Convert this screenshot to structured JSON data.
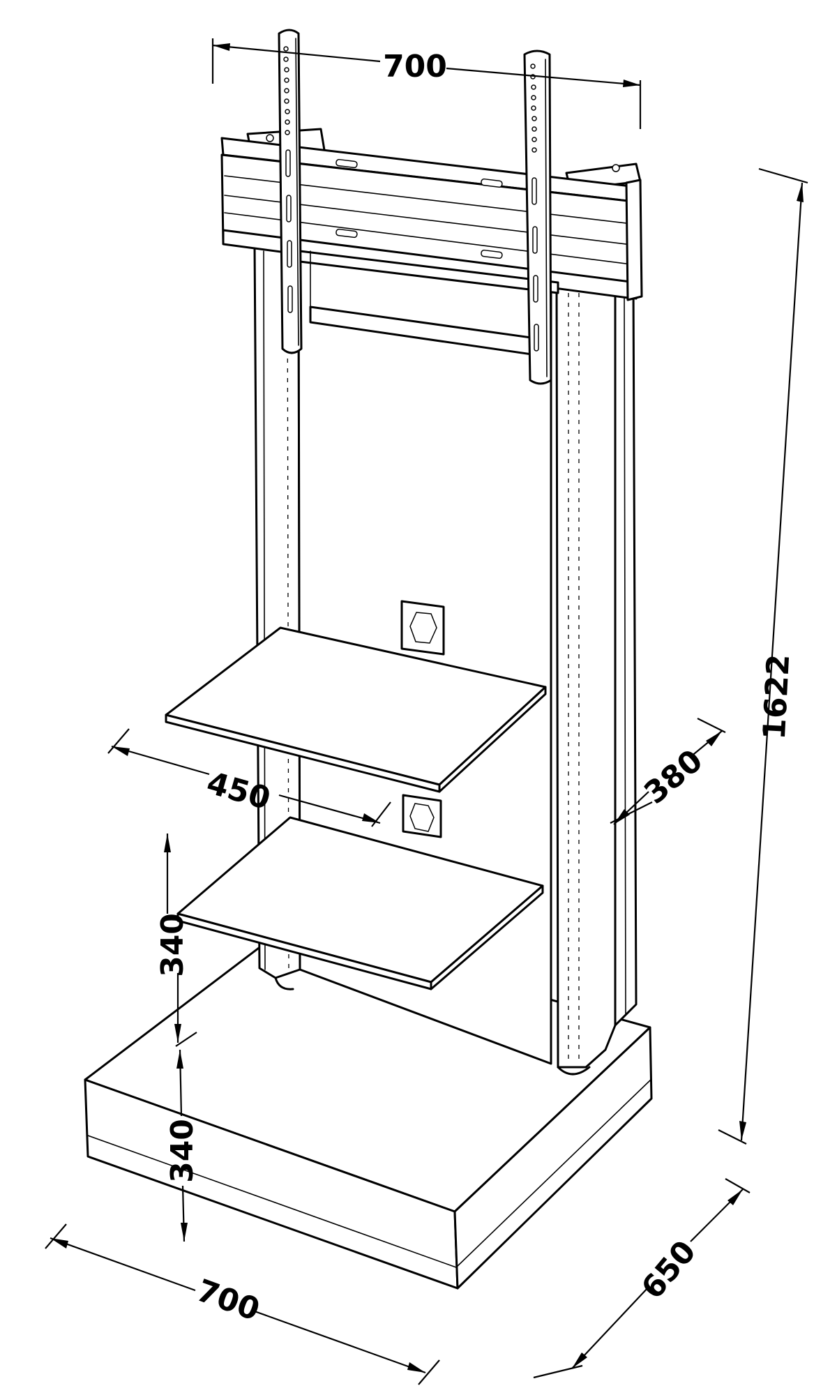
{
  "dimensions": {
    "top_width": "700",
    "total_height": "1622",
    "shelf_width": "450",
    "shelf_depth": "380",
    "shelf_spacing": "340",
    "base_to_shelf": "340",
    "base_width": "700",
    "base_depth": "650"
  }
}
